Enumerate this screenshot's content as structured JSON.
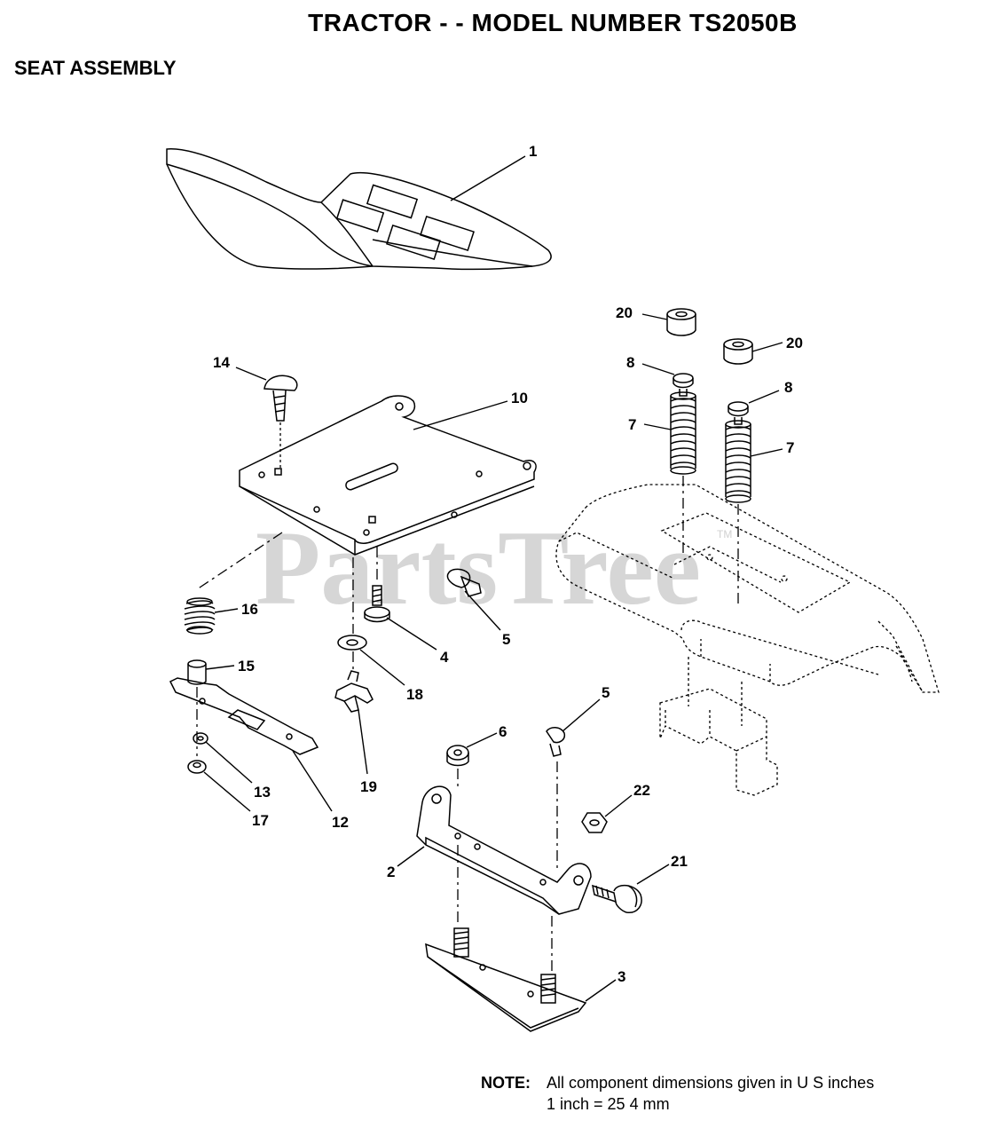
{
  "header": {
    "title": "TRACTOR - - MODEL NUMBER TS2050B",
    "subtitle": "SEAT ASSEMBLY"
  },
  "watermark": {
    "text": "PartsTree",
    "mark": "TM"
  },
  "callouts": [
    {
      "id": "c1",
      "label": "1"
    },
    {
      "id": "c20a",
      "label": "20"
    },
    {
      "id": "c20b",
      "label": "20"
    },
    {
      "id": "c14",
      "label": "14"
    },
    {
      "id": "c10",
      "label": "10"
    },
    {
      "id": "c8a",
      "label": "8"
    },
    {
      "id": "c8b",
      "label": "8"
    },
    {
      "id": "c7a",
      "label": "7"
    },
    {
      "id": "c7b",
      "label": "7"
    },
    {
      "id": "c16",
      "label": "16"
    },
    {
      "id": "c15",
      "label": "15"
    },
    {
      "id": "c4",
      "label": "4"
    },
    {
      "id": "c5a",
      "label": "5"
    },
    {
      "id": "c18",
      "label": "18"
    },
    {
      "id": "c19",
      "label": "19"
    },
    {
      "id": "c13",
      "label": "13"
    },
    {
      "id": "c17",
      "label": "17"
    },
    {
      "id": "c12",
      "label": "12"
    },
    {
      "id": "c6",
      "label": "6"
    },
    {
      "id": "c5b",
      "label": "5"
    },
    {
      "id": "c22",
      "label": "22"
    },
    {
      "id": "c21",
      "label": "21"
    },
    {
      "id": "c2",
      "label": "2"
    },
    {
      "id": "c3",
      "label": "3"
    }
  ],
  "note": {
    "label": "NOTE:",
    "line1": "All component dimensions given in U S  inches",
    "line2": "1 inch = 25 4 mm"
  }
}
